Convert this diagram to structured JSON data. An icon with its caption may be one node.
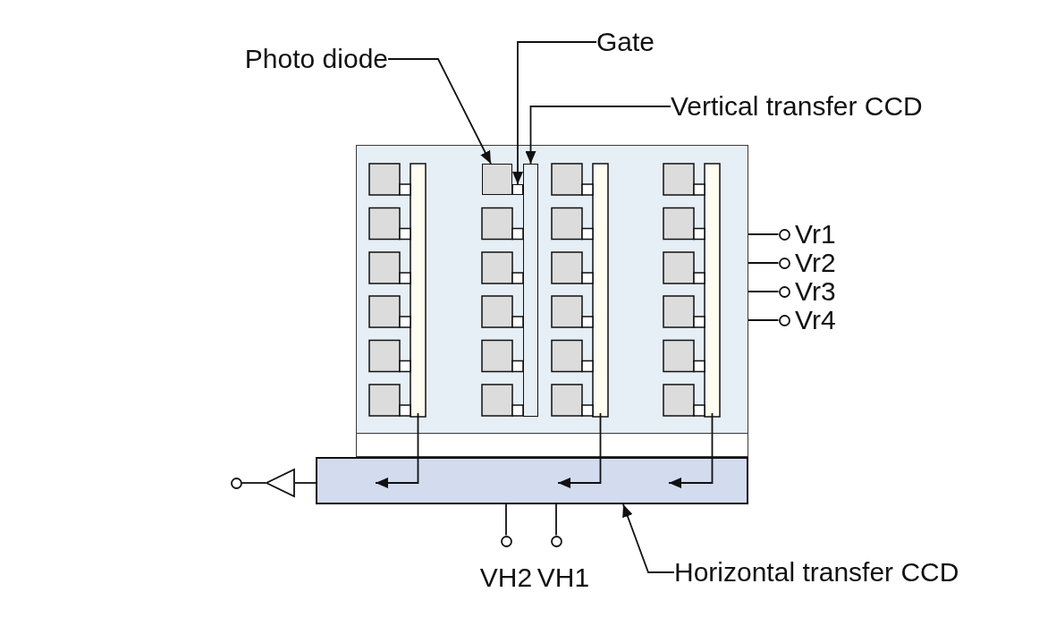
{
  "diagram": {
    "nodes": [
      {
        "text": [
          "Photo diode"
        ]
      },
      {
        "text": [
          "Gate"
        ]
      },
      {
        "text": [
          "Vertical transfer CCD"
        ]
      },
      {
        "text": [],
        "shape": "box"
      },
      {
        "text": [],
        "shape": "box",
        "in": 3
      },
      {
        "text": [],
        "shape": "box",
        "in": 3
      },
      {
        "text": [],
        "shape": "bar",
        "in": 3
      },
      {
        "text": [],
        "shape": "circle",
        "beside": [
          "Vr1"
        ]
      },
      {
        "text": [],
        "shape": "circle",
        "beside": [
          "Vr2"
        ]
      },
      {
        "text": [],
        "shape": "circle",
        "beside": [
          "Vr3"
        ]
      },
      {
        "text": [],
        "shape": "circle",
        "beside": [
          "Vr4"
        ]
      },
      {
        "text": [],
        "shape": "circle"
      },
      {
        "text": [],
        "shape": "triangle"
      },
      {
        "text": [],
        "shape": "box"
      },
      {
        "text": [],
        "shape": "circle",
        "beside": [
          "VH2"
        ]
      },
      {
        "text": [],
        "shape": "circle",
        "beside": [
          "VH1"
        ]
      },
      {
        "text": [
          "Horizontal transfer CCD"
        ]
      }
    ],
    "edges": [
      {
        "from": 0,
        "to": 4,
        "arrow": "to"
      },
      {
        "from": 1,
        "to": 5,
        "arrow": "to"
      },
      {
        "from": 2,
        "to": 6,
        "arrow": "to"
      },
      {
        "from": 3,
        "to": 7,
        "arrow": "none"
      },
      {
        "from": 3,
        "to": 8,
        "arrow": "none"
      },
      {
        "from": 3,
        "to": 9,
        "arrow": "none"
      },
      {
        "from": 3,
        "to": 10,
        "arrow": "none"
      },
      {
        "from": 13,
        "to": 12,
        "arrow": "none"
      },
      {
        "from": 12,
        "to": 11,
        "arrow": "none"
      },
      {
        "from": 13,
        "to": 14,
        "arrow": "none"
      },
      {
        "from": 13,
        "to": 15,
        "arrow": "none"
      },
      {
        "from": 16,
        "to": 13,
        "arrow": "to"
      }
    ]
  }
}
